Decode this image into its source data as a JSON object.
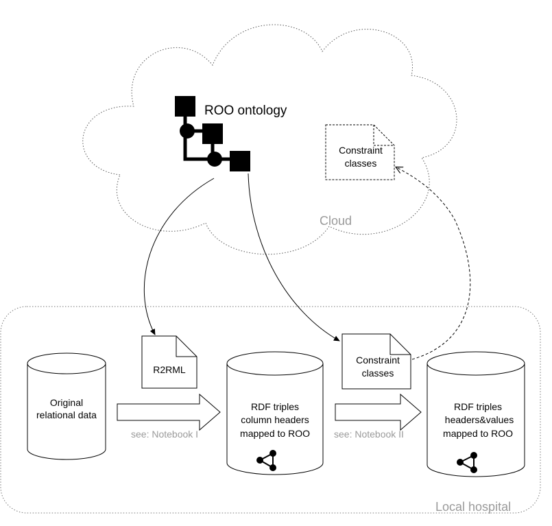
{
  "cloud": {
    "label": "Cloud"
  },
  "ontology": {
    "label": "ROO ontology"
  },
  "cloud_constraint_doc": {
    "line1": "Constraint",
    "line2": "classes"
  },
  "local": {
    "label": "Local hospital"
  },
  "original_db": {
    "line1": "Original",
    "line2": "relational data"
  },
  "r2rml_doc": {
    "label": "R2RML"
  },
  "rdf_headers_db": {
    "line1": "RDF triples",
    "line2": "column headers",
    "line3": "mapped to ROO"
  },
  "local_constraint_doc": {
    "line1": "Constraint",
    "line2": "classes"
  },
  "rdf_values_db": {
    "line1": "RDF triples",
    "line2": "headers&values",
    "line3": "mapped to ROO"
  },
  "arrow1": {
    "caption": "see: Notebook I"
  },
  "arrow2": {
    "caption": "see: Notebook II"
  },
  "colors": {
    "stroke": "#000000",
    "caption": "#9a9a9a"
  },
  "icons": [
    "hierarchy-icon",
    "share-icon"
  ]
}
